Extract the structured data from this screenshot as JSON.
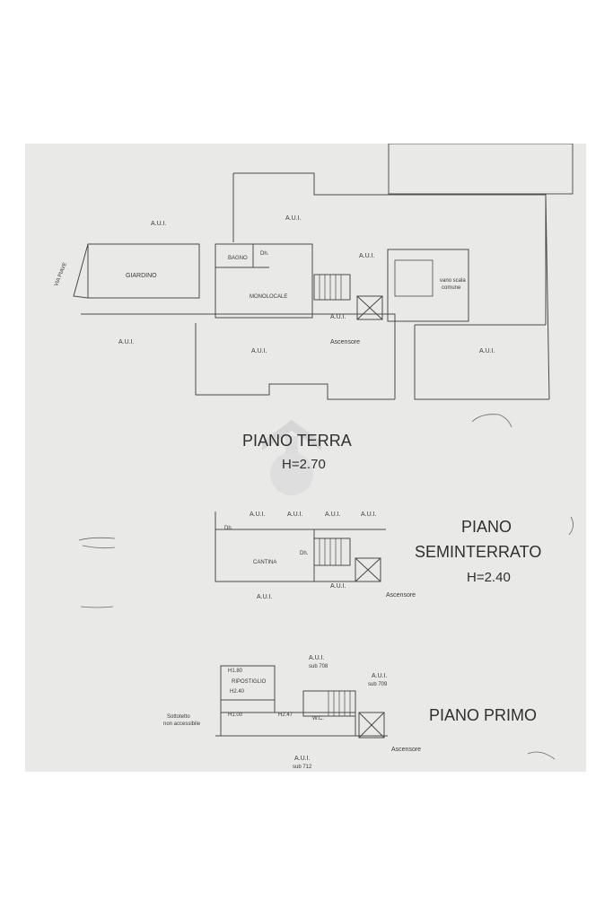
{
  "floors": {
    "terra": {
      "title": "PIANO TERRA",
      "height": "H=2.70"
    },
    "seminterrato": {
      "title_1": "PIANO",
      "title_2": "SEMINTERRATO",
      "height": "H=2.40"
    },
    "primo": {
      "title": "PIANO PRIMO"
    }
  },
  "labels": {
    "aui": "A.U.I.",
    "giardino": "GIARDINO",
    "bagno": "BAGNO",
    "doccia": "Dh.",
    "monolocale": "MONOLOCALE",
    "vano_scala_1": "vano scala",
    "vano_scala_2": "comune",
    "ascensore": "Ascensore",
    "via_piave": "VIA PIAVE",
    "cantina": "CANTINA",
    "ripostiglio": "RIPOSTIGLIO",
    "wc": "W.C.",
    "sub_708": "sub 708",
    "sub_709": "sub 709",
    "sub_712": "sub 712",
    "sottotetto_1": "Sottotetto",
    "sottotetto_2": "non accessibile",
    "h180": "H1.80",
    "h100": "H1.00",
    "h247": "H2.47",
    "h240": "H2.40"
  },
  "colors": {
    "paper": "#e9e9e7",
    "ink": "#3a3a3a",
    "watermark": "#d8d8d8"
  }
}
